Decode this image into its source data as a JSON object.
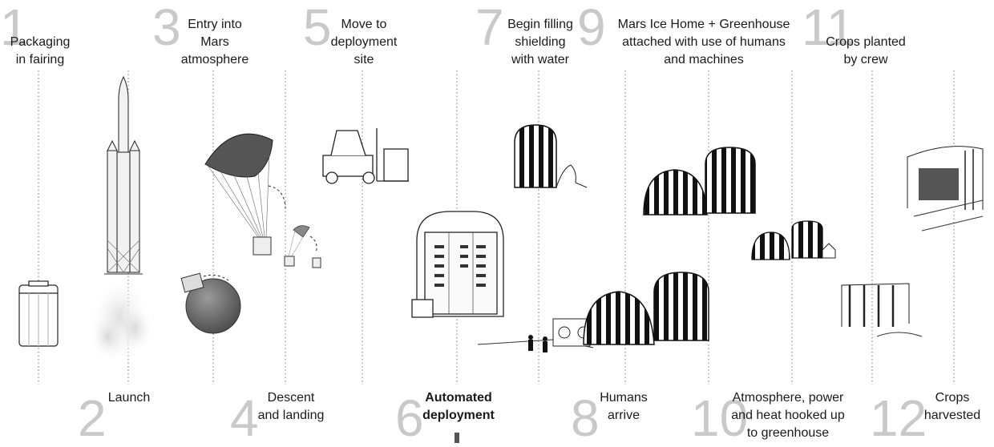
{
  "steps": [
    {
      "number": "1",
      "label": [
        "Packaging",
        "in fairing"
      ]
    },
    {
      "number": "2",
      "label": [
        "Launch"
      ]
    },
    {
      "number": "3",
      "label": [
        "Entry into",
        "Mars",
        "atmosphere"
      ]
    },
    {
      "number": "4",
      "label": [
        "Descent",
        "and landing"
      ]
    },
    {
      "number": "5",
      "label": [
        "Move to",
        "deployment",
        "site"
      ]
    },
    {
      "number": "6",
      "label": [
        "Automated",
        "deployment"
      ]
    },
    {
      "number": "7",
      "label": [
        "Begin filling",
        "shielding",
        "with water"
      ]
    },
    {
      "number": "8",
      "label": [
        "Humans",
        "arrive"
      ]
    },
    {
      "number": "9",
      "label": [
        "Mars Ice Home + Greenhouse",
        "attached with use of humans",
        "and machines"
      ]
    },
    {
      "number": "10",
      "label": [
        "Atmosphere, power",
        "and heat hooked up",
        "to greenhouse"
      ]
    },
    {
      "number": "11",
      "label": [
        "Crops planted",
        "by crew"
      ]
    },
    {
      "number": "12",
      "label": [
        "Crops",
        "harvested"
      ]
    }
  ]
}
